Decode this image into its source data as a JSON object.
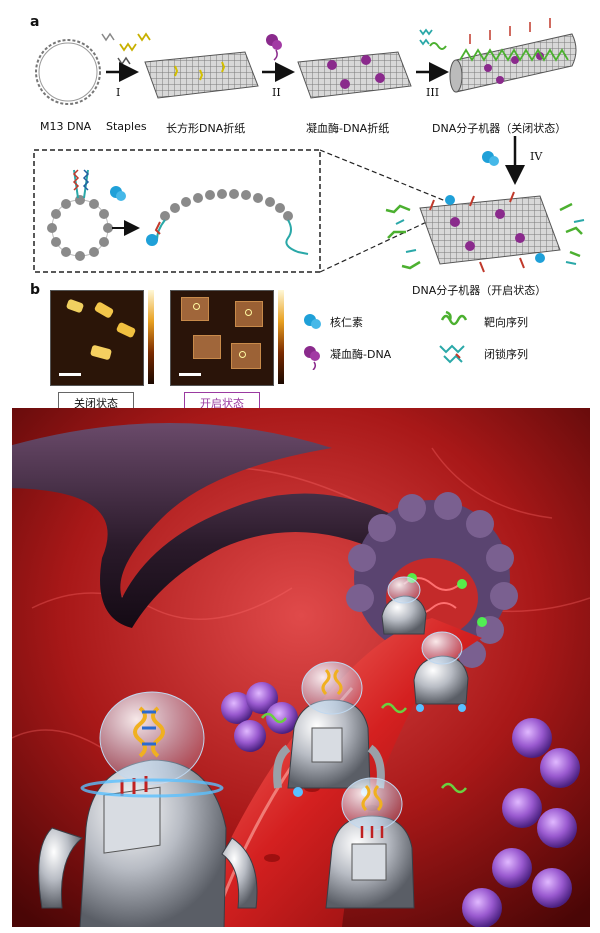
{
  "panel_a": {
    "letter": "a",
    "steps": [
      "I",
      "II",
      "III",
      "IV"
    ],
    "labels": {
      "m13": "M13 DNA",
      "staples": "Staples",
      "rect_origami": "长方形DNA折纸",
      "thrombin_origami": "凝血酶-DNA折纸",
      "machine_closed": "DNA分子机器（关闭状态）",
      "machine_open": "DNA分子机器（开启状态）"
    }
  },
  "panel_b": {
    "letter": "b",
    "closed_state": "关闭状态",
    "open_state": "开启状态"
  },
  "legend": {
    "nucleolin": "核仁素",
    "thrombin_dna": "凝血酶-DNA",
    "targeting_seq": "靶向序列",
    "locking_seq": "闭锁序列"
  },
  "colors": {
    "cyan_protein": "#1fa0d8",
    "purple_thrombin": "#8a2a8c",
    "green_target": "#4cb030",
    "teal_lock": "#2aa8a8",
    "vessel_red": "#c41f1f",
    "tumor_purple": "#6a4e7e"
  }
}
